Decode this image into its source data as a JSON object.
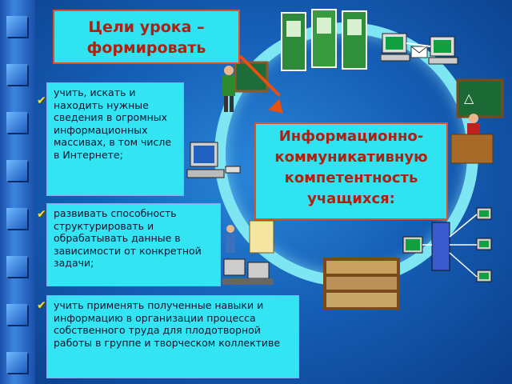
{
  "title": "Цели урока – формировать",
  "center": "Информационно-коммуникативную компетентность учащихся:",
  "goals": [
    "учить, искать и находить нужные сведения в огромных информационных массивах, в том числе в Интернете;",
    "развивать способность структурировать и обрабатывать данные в зависимости от конкретной задачи;",
    "учить применять полученные навыки и информацию в организации процесса собственного труда для плодотворной работы в группе и творческом коллективе"
  ],
  "colors": {
    "box_fill": "#2fe3f0",
    "heading_text": "#b02010",
    "arrow": "#e65010",
    "check": "#f4e23a"
  },
  "icons": [
    "books-icon",
    "email-computers-icon",
    "teacher-at-board-icon",
    "teacher-desk-icon",
    "computer-icon",
    "students-computers-icon",
    "network-icon",
    "library-icon",
    "check-icon"
  ]
}
